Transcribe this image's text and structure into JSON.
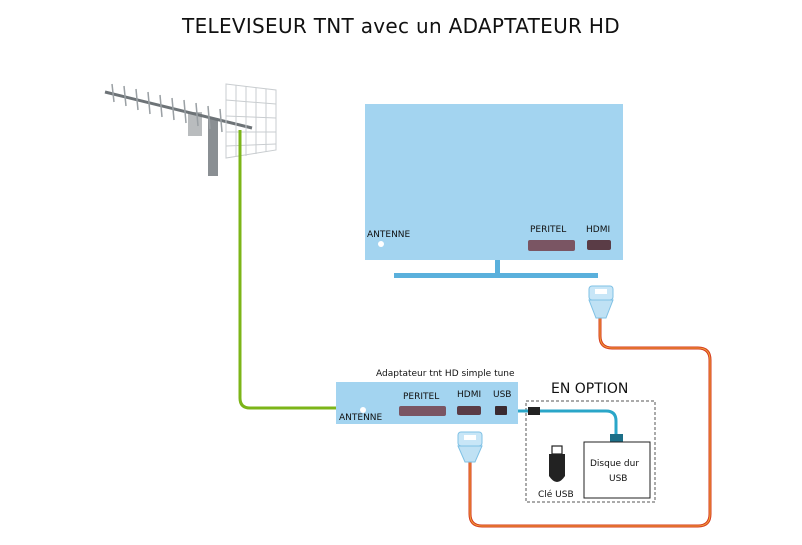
{
  "title": "TELEVISEUR TNT avec un ADAPTATEUR HD",
  "tv": {
    "antenna_label": "ANTENNE",
    "peritel_label": "PERITEL",
    "hdmi_label": "HDMI"
  },
  "adapter": {
    "name_label": "Adaptateur tnt  HD simple tune",
    "antenna_label": "ANTENNE",
    "peritel_label": "PERITEL",
    "hdmi_label": "HDMI",
    "usb_label": "USB"
  },
  "option": {
    "title": "EN OPTION",
    "usb_key_label": "Clé USB",
    "hard_disk_label_line1": "Disque dur",
    "hard_disk_label_line2": "USB"
  },
  "colors": {
    "device_blue": "#a3d4f0",
    "antenna_cable": "#7cb518",
    "hdmi_cable": "#d63a1f",
    "usb_cable": "#2aa6c8"
  }
}
